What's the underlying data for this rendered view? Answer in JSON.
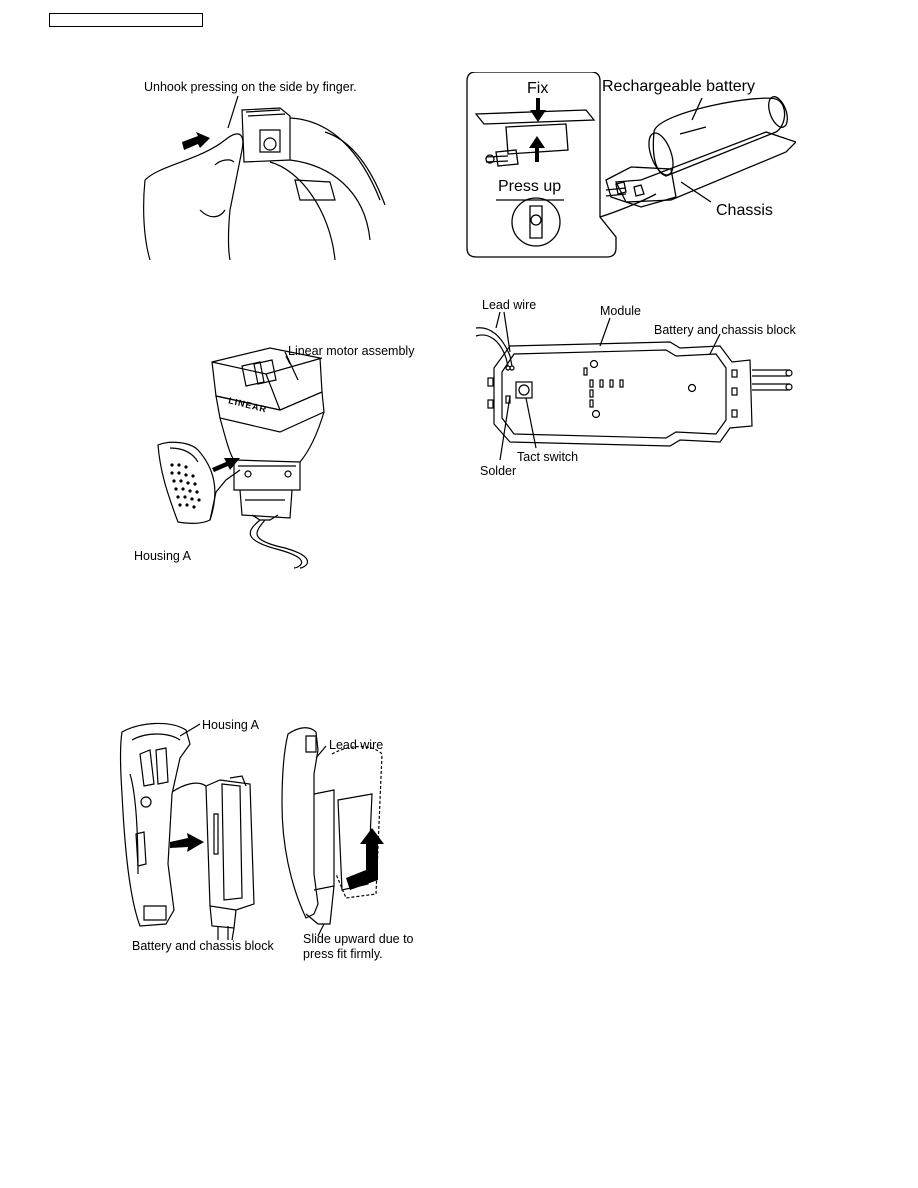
{
  "header": {
    "box_label": ""
  },
  "fig1": {
    "label": "Unhook pressing on the side by finger."
  },
  "fig2": {
    "label_fix": "Fix",
    "label_battery": "Rechargeable battery",
    "label_press_up": "Press up",
    "label_chassis": "Chassis"
  },
  "fig3": {
    "label_motor": "Linear motor assembly",
    "label_housing": "Housing A",
    "badge": "LINEAR"
  },
  "fig4": {
    "label_lead": "Lead wire",
    "label_module": "Module",
    "label_block": "Battery and chassis block",
    "label_tact": "Tact switch",
    "label_solder": "Solder"
  },
  "fig5": {
    "label_housing": "Housing A",
    "label_lead": "Lead wire",
    "label_block": "Battery and chassis block",
    "label_slide_1": "Slide upward due to",
    "label_slide_2": "press fit firmly."
  }
}
